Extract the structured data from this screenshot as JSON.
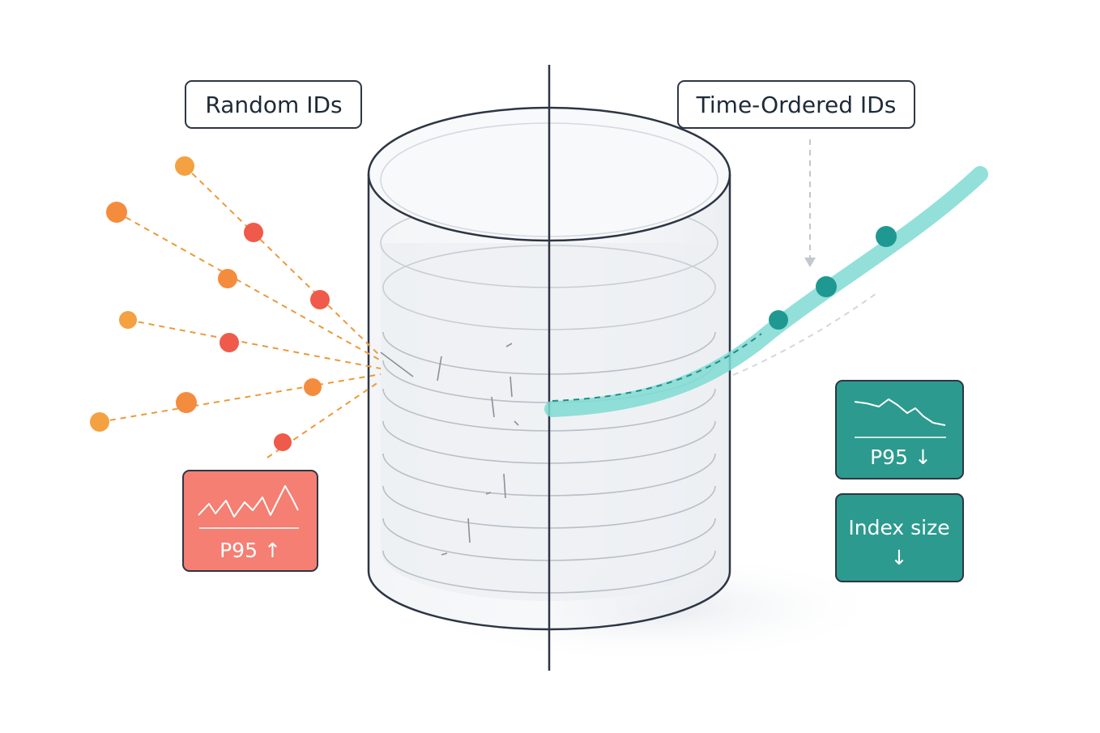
{
  "labels": {
    "random": "Random IDs",
    "ordered": "Time-Ordered IDs"
  },
  "cards": {
    "random_p95": "P95 ↑",
    "ordered_p95": "P95 ↓",
    "index_size_line1": "Index size",
    "index_size_line2": "↓"
  },
  "colors": {
    "random_card": "#f47f72",
    "ordered_card": "#2c9a8f",
    "teal_dot": "#1f9892",
    "teal_stream": "#7fdad2",
    "orange_dot": "#f4a142",
    "red_dot": "#ef5a4a",
    "outline": "#2d3644"
  },
  "icons": {
    "random_card": "sparkline-up-icon",
    "ordered_card": "sparkline-down-icon"
  }
}
